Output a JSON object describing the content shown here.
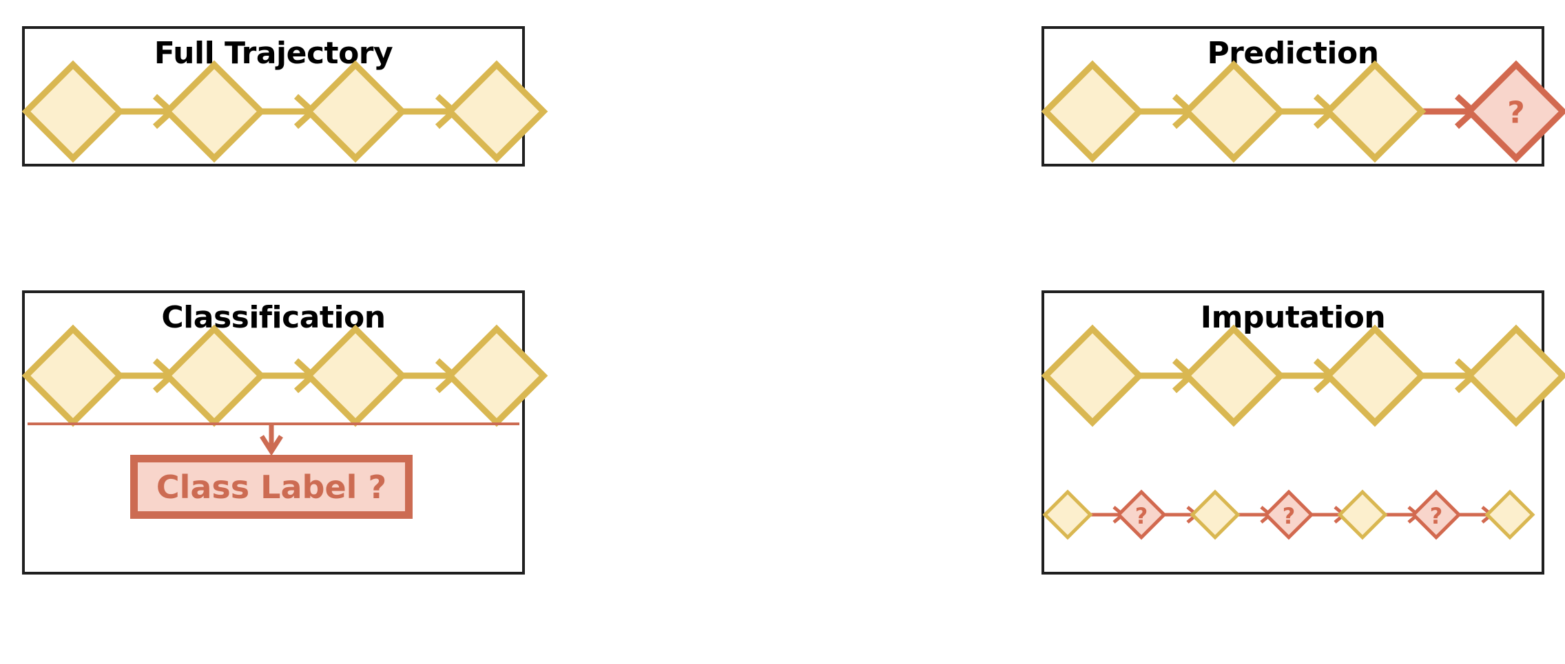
{
  "figure": {
    "type": "diagram",
    "subject": "time-series trajectory task taxonomy",
    "layout": "2x2 panel grid",
    "colors": {
      "panel_border": "#1f1f1f",
      "background": "#ffffff",
      "observed_fill": "#FCEFCD",
      "observed_stroke": "#D9B751",
      "missing_fill": "#F8D5CB",
      "missing_stroke": "#D2694F",
      "label_box_border": "#CC6B52",
      "label_box_fill": "#F8D5CB",
      "title_color": "#000000"
    }
  },
  "panels": [
    {
      "id": "full-trajectory",
      "title": "Full Trajectory",
      "nodes": [
        {
          "index": 0,
          "kind": "observed",
          "label": ""
        },
        {
          "index": 1,
          "kind": "observed",
          "label": ""
        },
        {
          "index": 2,
          "kind": "observed",
          "label": ""
        },
        {
          "index": 3,
          "kind": "observed",
          "label": ""
        }
      ],
      "arrows": [
        {
          "from": 0,
          "to": 1,
          "color": "observed"
        },
        {
          "from": 1,
          "to": 2,
          "color": "observed"
        },
        {
          "from": 2,
          "to": 3,
          "color": "observed"
        }
      ]
    },
    {
      "id": "prediction",
      "title": "Prediction",
      "nodes": [
        {
          "index": 0,
          "kind": "observed",
          "label": ""
        },
        {
          "index": 1,
          "kind": "observed",
          "label": ""
        },
        {
          "index": 2,
          "kind": "observed",
          "label": ""
        },
        {
          "index": 3,
          "kind": "missing",
          "label": "?"
        }
      ],
      "arrows": [
        {
          "from": 0,
          "to": 1,
          "color": "observed"
        },
        {
          "from": 1,
          "to": 2,
          "color": "observed"
        },
        {
          "from": 2,
          "to": 3,
          "color": "missing"
        }
      ]
    },
    {
      "id": "classification",
      "title": "Classification",
      "nodes": [
        {
          "index": 0,
          "kind": "observed",
          "label": ""
        },
        {
          "index": 1,
          "kind": "observed",
          "label": ""
        },
        {
          "index": 2,
          "kind": "observed",
          "label": ""
        },
        {
          "index": 3,
          "kind": "observed",
          "label": ""
        }
      ],
      "arrows": [
        {
          "from": 0,
          "to": 1,
          "color": "observed"
        },
        {
          "from": 1,
          "to": 2,
          "color": "observed"
        },
        {
          "from": 2,
          "to": 3,
          "color": "observed"
        }
      ],
      "aggregate_rule": true,
      "output_arrow": "down",
      "output_box": {
        "text": "Class Label ?"
      }
    },
    {
      "id": "imputation",
      "title": "Imputation",
      "rows": [
        {
          "name": "observed-row",
          "nodes": [
            {
              "index": 0,
              "kind": "observed",
              "label": ""
            },
            {
              "index": 1,
              "kind": "observed",
              "label": ""
            },
            {
              "index": 2,
              "kind": "observed",
              "label": ""
            },
            {
              "index": 3,
              "kind": "observed",
              "label": ""
            }
          ],
          "arrows": [
            {
              "from": 0,
              "to": 1,
              "color": "observed"
            },
            {
              "from": 1,
              "to": 2,
              "color": "observed"
            },
            {
              "from": 2,
              "to": 3,
              "color": "observed"
            }
          ]
        },
        {
          "name": "interleaved-row",
          "nodes": [
            {
              "index": 0,
              "kind": "observed",
              "label": ""
            },
            {
              "index": 1,
              "kind": "missing",
              "label": "?"
            },
            {
              "index": 2,
              "kind": "observed",
              "label": ""
            },
            {
              "index": 3,
              "kind": "missing",
              "label": "?"
            },
            {
              "index": 4,
              "kind": "observed",
              "label": ""
            },
            {
              "index": 5,
              "kind": "missing",
              "label": "?"
            },
            {
              "index": 6,
              "kind": "observed",
              "label": ""
            }
          ],
          "arrows": [
            {
              "from": 0,
              "to": 1,
              "color": "missing"
            },
            {
              "from": 1,
              "to": 2,
              "color": "missing"
            },
            {
              "from": 2,
              "to": 3,
              "color": "missing"
            },
            {
              "from": 3,
              "to": 4,
              "color": "missing"
            },
            {
              "from": 4,
              "to": 5,
              "color": "missing"
            },
            {
              "from": 5,
              "to": 6,
              "color": "missing"
            }
          ]
        }
      ]
    }
  ]
}
